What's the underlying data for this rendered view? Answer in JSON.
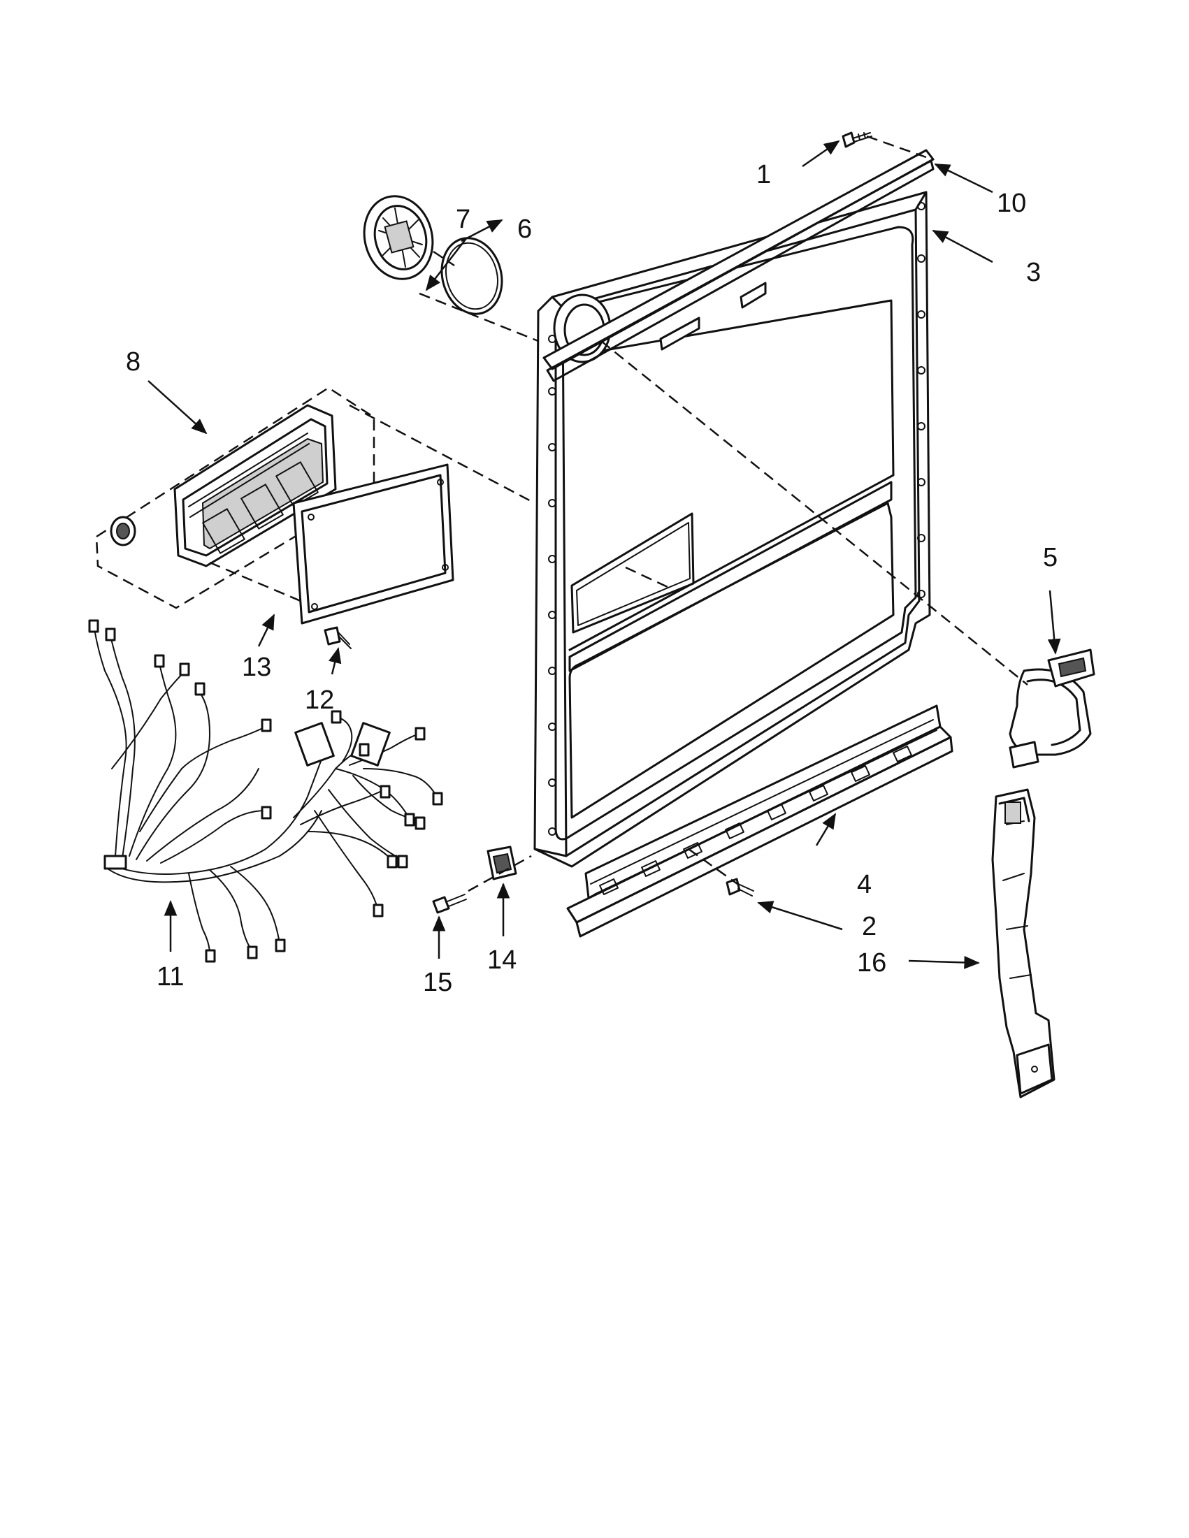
{
  "diagram": {
    "callouts": [
      {
        "id": "1",
        "text": "1"
      },
      {
        "id": "2",
        "text": "2"
      },
      {
        "id": "3",
        "text": "3"
      },
      {
        "id": "4",
        "text": "4"
      },
      {
        "id": "5",
        "text": "5"
      },
      {
        "id": "6",
        "text": "6"
      },
      {
        "id": "7",
        "text": "7"
      },
      {
        "id": "8",
        "text": "8"
      },
      {
        "id": "10",
        "text": "10"
      },
      {
        "id": "11",
        "text": "11"
      },
      {
        "id": "12",
        "text": "12"
      },
      {
        "id": "13",
        "text": "13"
      },
      {
        "id": "14",
        "text": "14"
      },
      {
        "id": "15",
        "text": "15"
      },
      {
        "id": "16",
        "text": "16"
      }
    ]
  }
}
